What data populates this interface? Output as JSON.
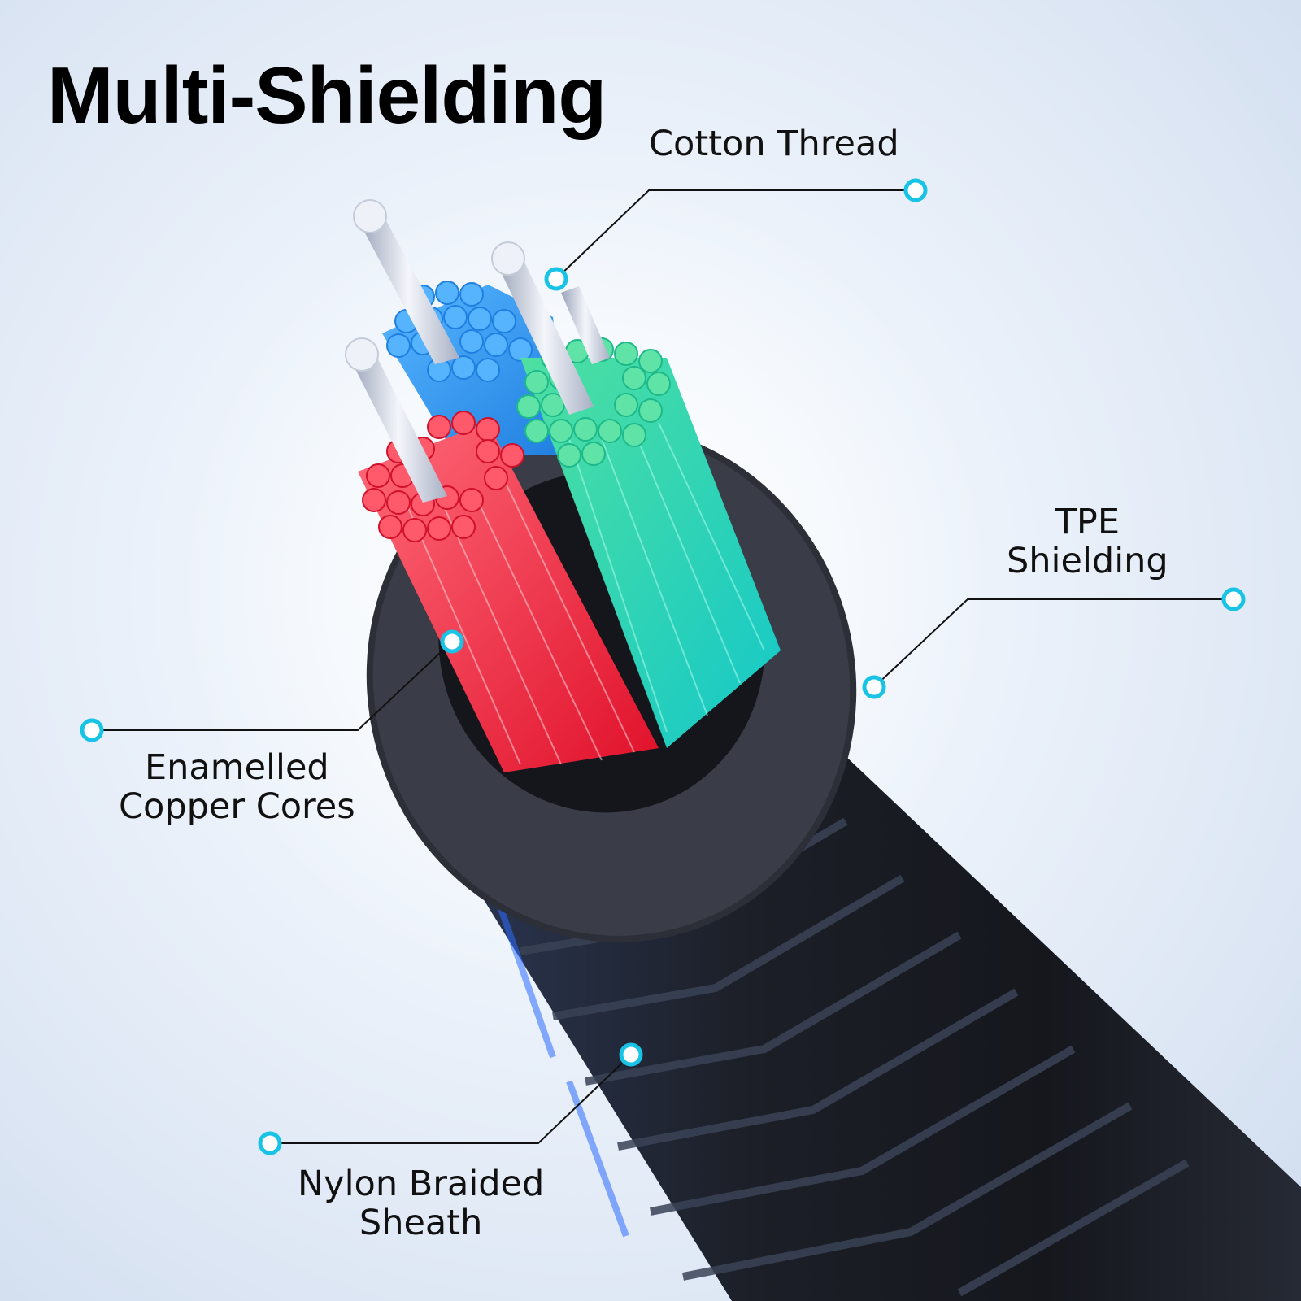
{
  "title": "Multi-Shielding",
  "labels": {
    "cotton_thread": "Cotton Thread",
    "tpe_shielding": [
      "TPE",
      "Shielding"
    ],
    "enamelled_copper_cores": [
      "Enamelled",
      "Copper Cores"
    ],
    "nylon_braided_sheath": [
      "Nylon Braided",
      "Sheath"
    ]
  },
  "colors": {
    "marker": "#18c3e6",
    "leader_line": "#111111",
    "core_red": "#ff3b4e",
    "core_blue": "#2f9bf0",
    "core_green": "#3fd59a",
    "cable_body": "#1b1e26"
  }
}
